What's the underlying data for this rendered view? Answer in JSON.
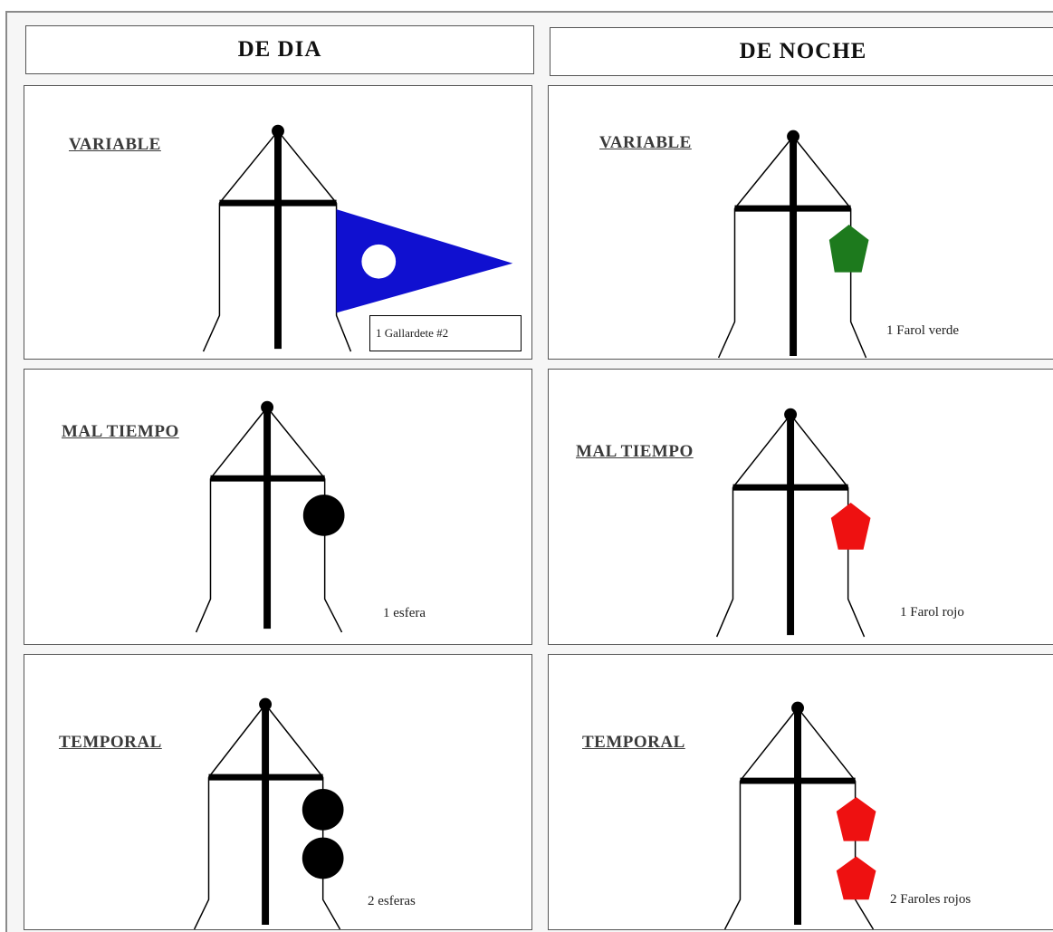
{
  "headers": {
    "day": "DE DIA",
    "night": "DE NOCHE"
  },
  "rows": [
    {
      "label": "VARIABLE",
      "day": {
        "caption": "1 Gallardete #2",
        "signal": "blue pennant with white circle"
      },
      "night": {
        "caption": "1 Farol verde",
        "signal": "green lantern"
      }
    },
    {
      "label": "MAL TIEMPO",
      "day": {
        "caption": "1 esfera",
        "signal": "1 black sphere"
      },
      "night": {
        "caption": "1 Farol rojo",
        "signal": "red lantern"
      }
    },
    {
      "label": "TEMPORAL",
      "day": {
        "caption": "2 esferas",
        "signal": "2 black spheres"
      },
      "night": {
        "caption": "2 Faroles rojos",
        "signal": "2 red lanterns"
      }
    }
  ],
  "colors": {
    "pennant": "#1010d0",
    "green_lantern": "#1d7a1d",
    "red_lantern": "#ee1111",
    "sphere": "#000000"
  }
}
